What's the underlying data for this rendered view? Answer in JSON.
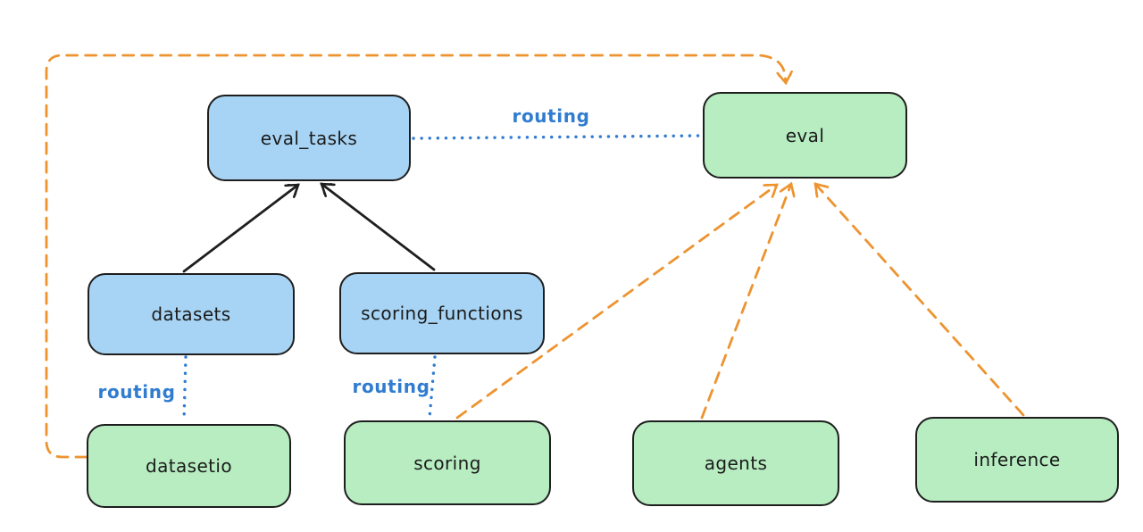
{
  "canvas": {
    "background": "#ffffff"
  },
  "palette": {
    "node_border": "#1e1e1e",
    "blue_node_fill": "#a7d4f4",
    "green_node_fill": "#b7edc1",
    "node_text": "#1b1b1b",
    "routing_blue": "#2f7cd0",
    "provider_orange": "#ed9430",
    "arrow_black": "#1e1e1e"
  },
  "nodes": [
    {
      "id": "eval_tasks",
      "label": "eval_tasks",
      "color": "blue"
    },
    {
      "id": "eval",
      "label": "eval",
      "color": "green"
    },
    {
      "id": "datasets",
      "label": "datasets",
      "color": "blue"
    },
    {
      "id": "scoring_functions",
      "label": "scoring_functions",
      "color": "blue"
    },
    {
      "id": "datasetio",
      "label": "datasetio",
      "color": "green"
    },
    {
      "id": "scoring",
      "label": "scoring",
      "color": "green"
    },
    {
      "id": "agents",
      "label": "agents",
      "color": "green"
    },
    {
      "id": "inference",
      "label": "inference",
      "color": "green"
    }
  ],
  "edges": [
    {
      "from": "datasets",
      "to": "eval_tasks",
      "style": "solid",
      "color": "black",
      "arrow": "end",
      "label": ""
    },
    {
      "from": "scoring_functions",
      "to": "eval_tasks",
      "style": "solid",
      "color": "black",
      "arrow": "end",
      "label": ""
    },
    {
      "from": "eval_tasks",
      "to": "eval",
      "style": "dotted",
      "color": "blue",
      "arrow": "none",
      "label": "routing"
    },
    {
      "from": "datasets",
      "to": "datasetio",
      "style": "dotted",
      "color": "blue",
      "arrow": "none",
      "label": "routing"
    },
    {
      "from": "scoring_functions",
      "to": "scoring",
      "style": "dotted",
      "color": "blue",
      "arrow": "none",
      "label": "routing"
    },
    {
      "from": "datasetio",
      "to": "eval",
      "style": "dashed",
      "color": "orange",
      "arrow": "end",
      "label": ""
    },
    {
      "from": "scoring",
      "to": "eval",
      "style": "dashed",
      "color": "orange",
      "arrow": "end",
      "label": ""
    },
    {
      "from": "agents",
      "to": "eval",
      "style": "dashed",
      "color": "orange",
      "arrow": "end",
      "label": ""
    },
    {
      "from": "inference",
      "to": "eval",
      "style": "dashed",
      "color": "orange",
      "arrow": "end",
      "label": ""
    }
  ]
}
